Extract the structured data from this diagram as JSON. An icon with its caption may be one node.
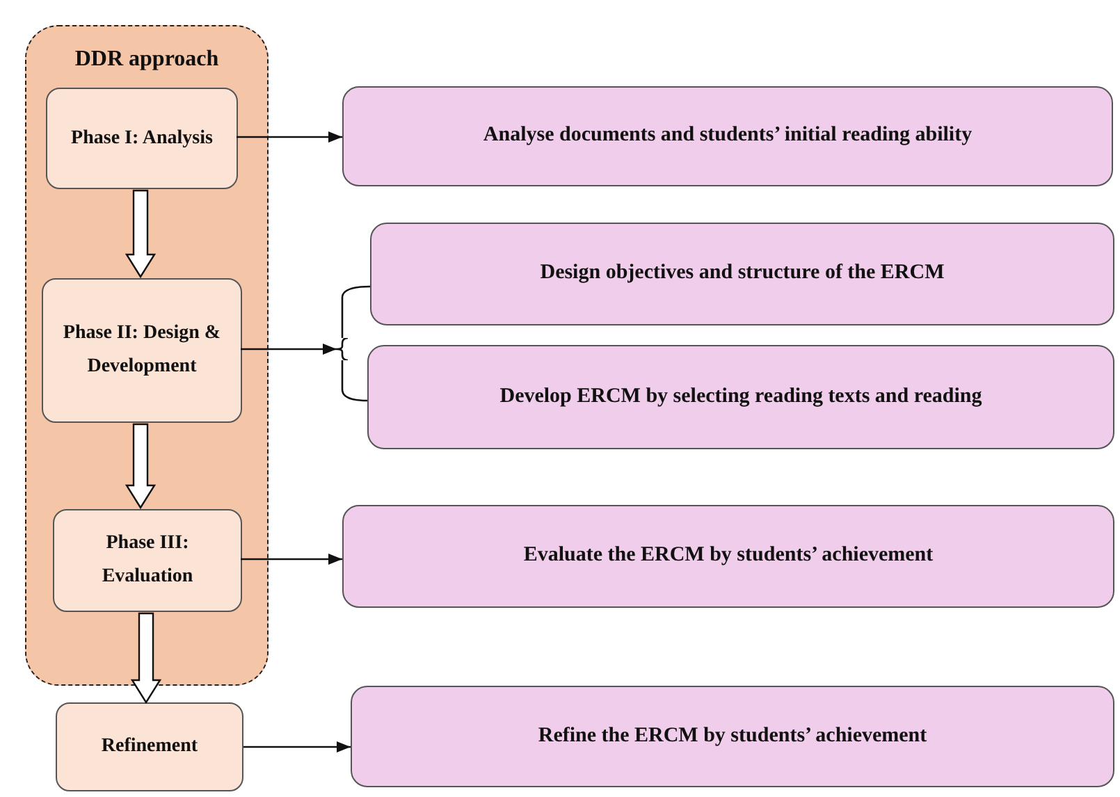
{
  "diagram": {
    "nodes": [
      {
        "text": [
          "DDR approach"
        ]
      },
      {
        "text": [
          "Phase I: Analysis"
        ],
        "in": 0
      },
      {
        "text": [
          "Phase II: Design & Development"
        ],
        "in": 0
      },
      {
        "text": [
          "Phase III: Evaluation"
        ],
        "in": 0
      },
      {
        "text": [
          "Refinement"
        ]
      },
      {
        "text": [
          "Analyse documents and students’ initial reading ability"
        ]
      },
      {
        "text": [
          "Design objectives and structure of the ERCM"
        ]
      },
      {
        "text": [
          "Develop ERCM by selecting reading texts and reading"
        ]
      },
      {
        "text": [
          "Evaluate the ERCM by students’ achievement"
        ]
      },
      {
        "text": [
          "Refine the ERCM by students’ achievement"
        ]
      },
      {
        "text": [],
        "shape": "bracket"
      }
    ],
    "edges": [
      {
        "from": 1,
        "to": 2,
        "arrow": "to",
        "style": "thick"
      },
      {
        "from": 2,
        "to": 3,
        "arrow": "to",
        "style": "thick"
      },
      {
        "from": 3,
        "to": 4,
        "arrow": "to",
        "style": "thick"
      },
      {
        "from": 1,
        "to": 5,
        "arrow": "to"
      },
      {
        "from": 2,
        "to": 10,
        "arrow": "to"
      },
      {
        "from": 10,
        "to": 6,
        "arrow": "none"
      },
      {
        "from": 10,
        "to": 7,
        "arrow": "none"
      },
      {
        "from": 3,
        "to": 8,
        "arrow": "to"
      },
      {
        "from": 4,
        "to": 9,
        "arrow": "to"
      }
    ]
  }
}
